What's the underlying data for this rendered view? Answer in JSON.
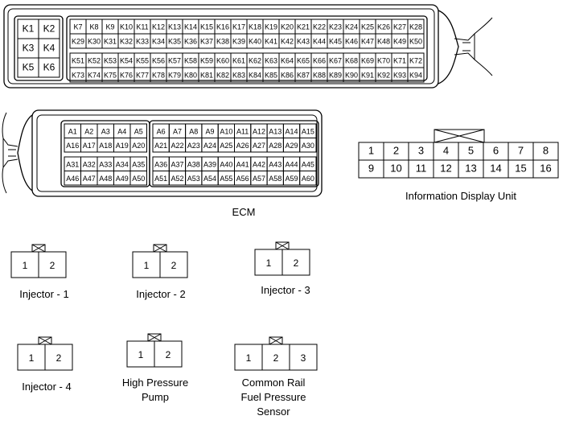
{
  "ecm": {
    "label": "ECM",
    "k_big_pins": [
      [
        "K1",
        "K2"
      ],
      [
        "K3",
        "K4"
      ],
      [
        "K5",
        "K6"
      ]
    ],
    "k_rows": [
      [
        "K7",
        "K8",
        "K9",
        "K10",
        "K11",
        "K12",
        "K13",
        "K14",
        "K15",
        "K16",
        "K17",
        "K18",
        "K19",
        "K20",
        "K21",
        "K22",
        "K23",
        "K24",
        "K25",
        "K26",
        "K27",
        "K28"
      ],
      [
        "K29",
        "K30",
        "K31",
        "K32",
        "K33",
        "K34",
        "K35",
        "K36",
        "K37",
        "K38",
        "K39",
        "K40",
        "K41",
        "K42",
        "K43",
        "K44",
        "K45",
        "K46",
        "K47",
        "K48",
        "K49",
        "K50"
      ],
      [
        "K51",
        "K52",
        "K53",
        "K54",
        "K55",
        "K56",
        "K57",
        "K58",
        "K59",
        "K60",
        "K61",
        "K62",
        "K63",
        "K64",
        "K65",
        "K66",
        "K67",
        "K68",
        "K69",
        "K70",
        "K71",
        "K72"
      ],
      [
        "K73",
        "K74",
        "K75",
        "K76",
        "K77",
        "K78",
        "K79",
        "K80",
        "K81",
        "K82",
        "K83",
        "K84",
        "K85",
        "K86",
        "K87",
        "K88",
        "K89",
        "K90",
        "K91",
        "K92",
        "K93",
        "K94"
      ]
    ],
    "a_left_rows": [
      [
        "A1",
        "A2",
        "A3",
        "A4",
        "A5"
      ],
      [
        "A16",
        "A17",
        "A18",
        "A19",
        "A20"
      ],
      [
        "A31",
        "A32",
        "A33",
        "A34",
        "A35"
      ],
      [
        "A46",
        "A47",
        "A48",
        "A49",
        "A50"
      ]
    ],
    "a_right_rows": [
      [
        "A6",
        "A7",
        "A8",
        "A9",
        "A10",
        "A11",
        "A12",
        "A13",
        "A14",
        "A15"
      ],
      [
        "A21",
        "A22",
        "A23",
        "A24",
        "A25",
        "A26",
        "A27",
        "A28",
        "A29",
        "A30"
      ],
      [
        "A36",
        "A37",
        "A38",
        "A39",
        "A40",
        "A41",
        "A42",
        "A43",
        "A44",
        "A45"
      ],
      [
        "A51",
        "A52",
        "A53",
        "A54",
        "A55",
        "A56",
        "A57",
        "A58",
        "A59",
        "A60"
      ]
    ]
  },
  "idu": {
    "label": "Information Display Unit",
    "rows": [
      [
        "1",
        "2",
        "3",
        "4",
        "5",
        "6",
        "7",
        "8"
      ],
      [
        "9",
        "10",
        "11",
        "12",
        "13",
        "14",
        "15",
        "16"
      ]
    ]
  },
  "connectors": [
    {
      "id": "injector-1",
      "label": [
        "Injector - 1"
      ],
      "pins": [
        "1",
        "2"
      ]
    },
    {
      "id": "injector-2",
      "label": [
        "Injector - 2"
      ],
      "pins": [
        "1",
        "2"
      ]
    },
    {
      "id": "injector-3",
      "label": [
        "Injector - 3"
      ],
      "pins": [
        "1",
        "2"
      ]
    },
    {
      "id": "injector-4",
      "label": [
        "Injector - 4"
      ],
      "pins": [
        "1",
        "2"
      ]
    },
    {
      "id": "high-pressure-pump",
      "label": [
        "High Pressure",
        "Pump"
      ],
      "pins": [
        "1",
        "2"
      ]
    },
    {
      "id": "common-rail-fuel-pressure-sensor",
      "label": [
        "Common Rail",
        "Fuel Pressure",
        "Sensor"
      ],
      "pins": [
        "1",
        "2",
        "3"
      ]
    }
  ]
}
